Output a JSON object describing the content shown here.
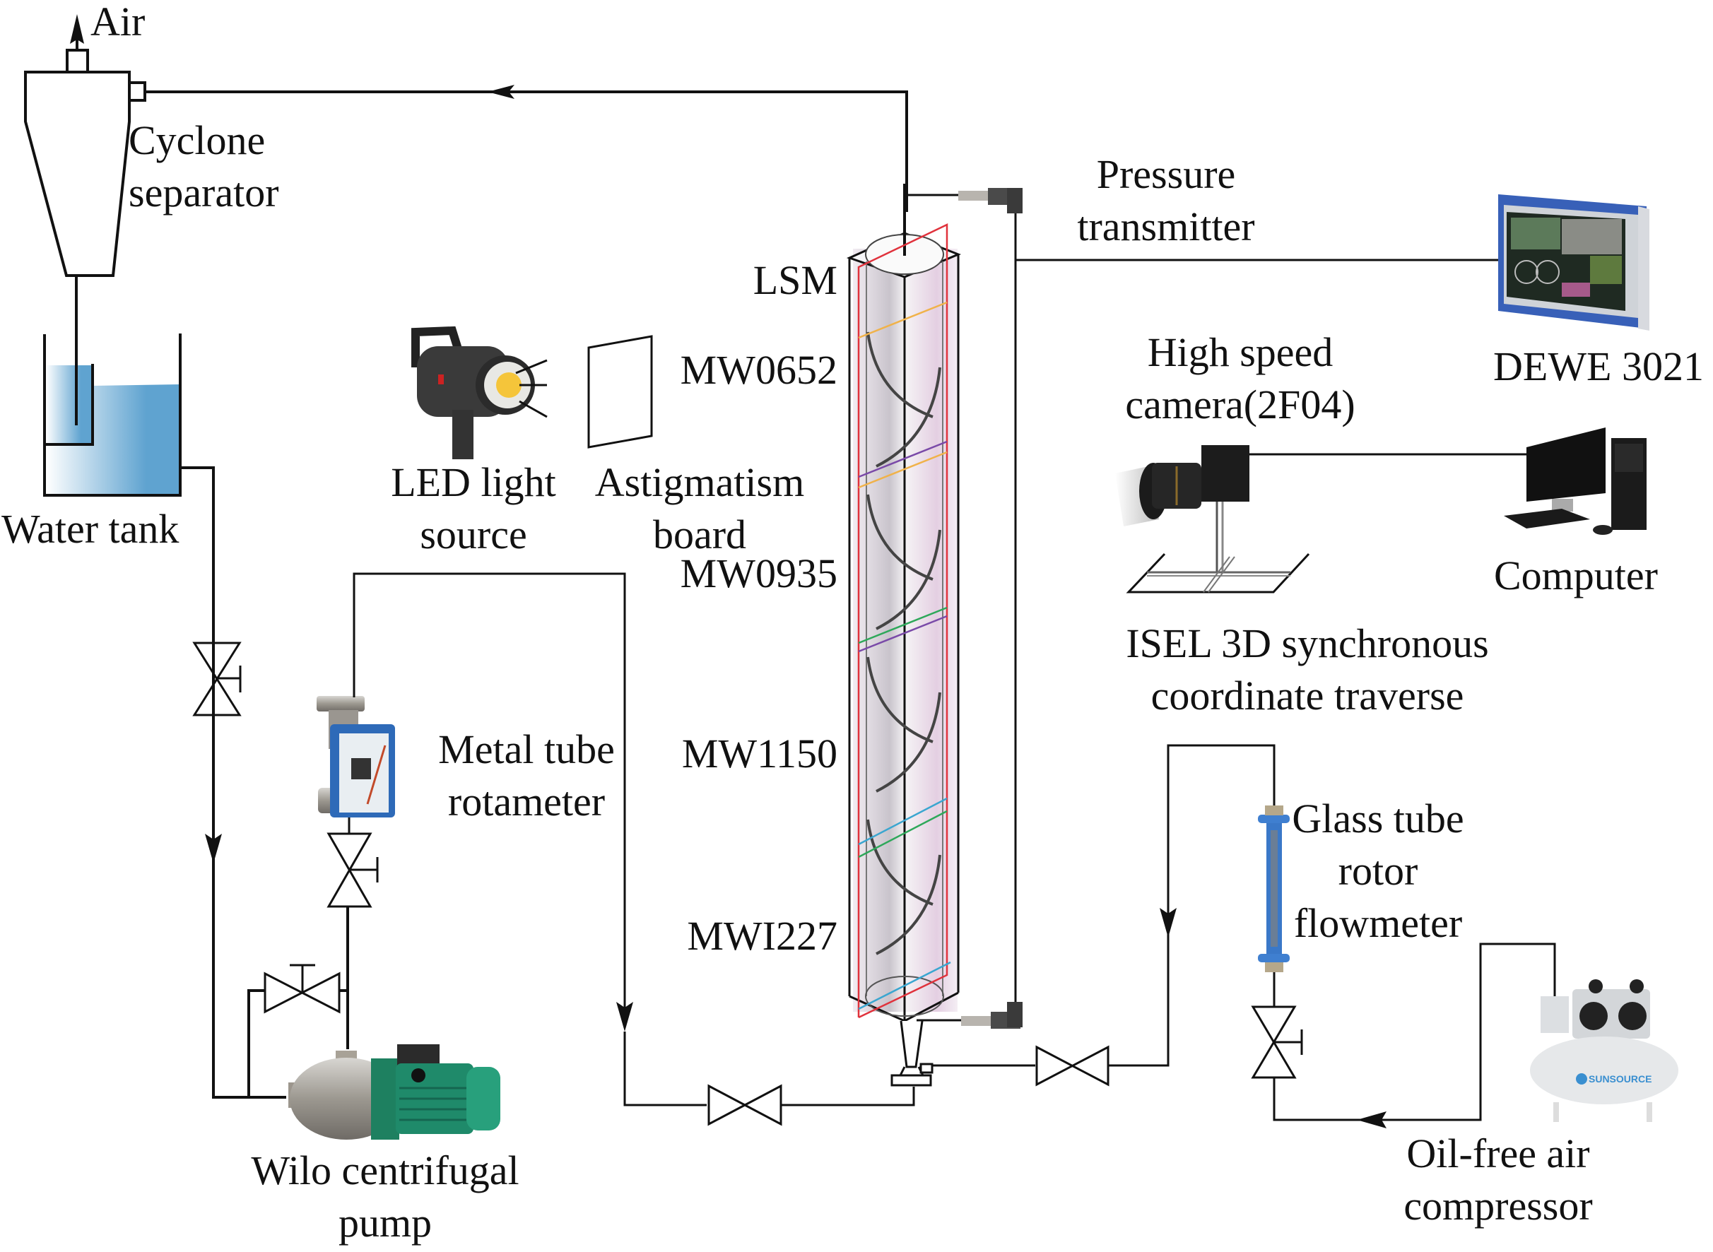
{
  "figure": {
    "type": "experimental setup schematic",
    "colors": {
      "line": "#111111",
      "water": "#5fa3d0",
      "column_tint": "#e9dde8",
      "marker_red": "#e0323c",
      "marker_orange": "#f0b24a",
      "marker_purple": "#7a4aa8",
      "marker_green": "#2ea85a",
      "marker_cyan": "#3aa6d0",
      "pump_green": "#1f8a6a",
      "rotameter_blue": "#3a78c8"
    }
  },
  "labels": {
    "air": "Air",
    "cyclone": [
      "Cyclone",
      "separator"
    ],
    "water_tank": "Water tank",
    "led": [
      "LED light",
      "source"
    ],
    "astigmatism": [
      "Astigmatism",
      "board"
    ],
    "lsm": "LSM",
    "mw0652": "MW0652",
    "mw0935": "MW0935",
    "mw1150": "MW1150",
    "mwi227": "MWI227",
    "pressure": [
      "Pressure",
      "transmitter"
    ],
    "dewe": "DEWE 3021",
    "camera": [
      "High speed",
      "camera(2F04)"
    ],
    "computer": "Computer",
    "isel": [
      "ISEL 3D synchronous",
      "coordinate traverse"
    ],
    "metal_rotameter": [
      "Metal tube",
      "rotameter"
    ],
    "glass_flowmeter": [
      "Glass tube",
      "rotor",
      "flowmeter"
    ],
    "pump": [
      "Wilo centrifugal",
      "pump"
    ],
    "compressor": [
      "Oil-free air",
      "compressor"
    ],
    "compressor_brand": "SUNSOURCE"
  },
  "components": [
    {
      "id": "cyclone-separator",
      "name": "Cyclone separator"
    },
    {
      "id": "water-tank",
      "name": "Water tank"
    },
    {
      "id": "led-light",
      "name": "LED light source"
    },
    {
      "id": "astigmatism-board",
      "name": "Astigmatism board"
    },
    {
      "id": "test-column",
      "name": "Column with LSM / MW0652 / MW0935 / MW1150 / MWI227 sections"
    },
    {
      "id": "pressure-transmitter-top",
      "name": "Pressure transmitter"
    },
    {
      "id": "pressure-transmitter-bottom",
      "name": "Pressure transmitter"
    },
    {
      "id": "dewe-3021",
      "name": "DEWE 3021"
    },
    {
      "id": "high-speed-camera",
      "name": "High speed camera(2F04)"
    },
    {
      "id": "computer",
      "name": "Computer"
    },
    {
      "id": "isel-traverse",
      "name": "ISEL 3D synchronous coordinate traverse"
    },
    {
      "id": "metal-tube-rotameter",
      "name": "Metal tube rotameter"
    },
    {
      "id": "glass-tube-flowmeter",
      "name": "Glass tube rotor flowmeter"
    },
    {
      "id": "wilo-pump",
      "name": "Wilo centrifugal pump"
    },
    {
      "id": "air-compressor",
      "name": "Oil-free air compressor"
    }
  ]
}
